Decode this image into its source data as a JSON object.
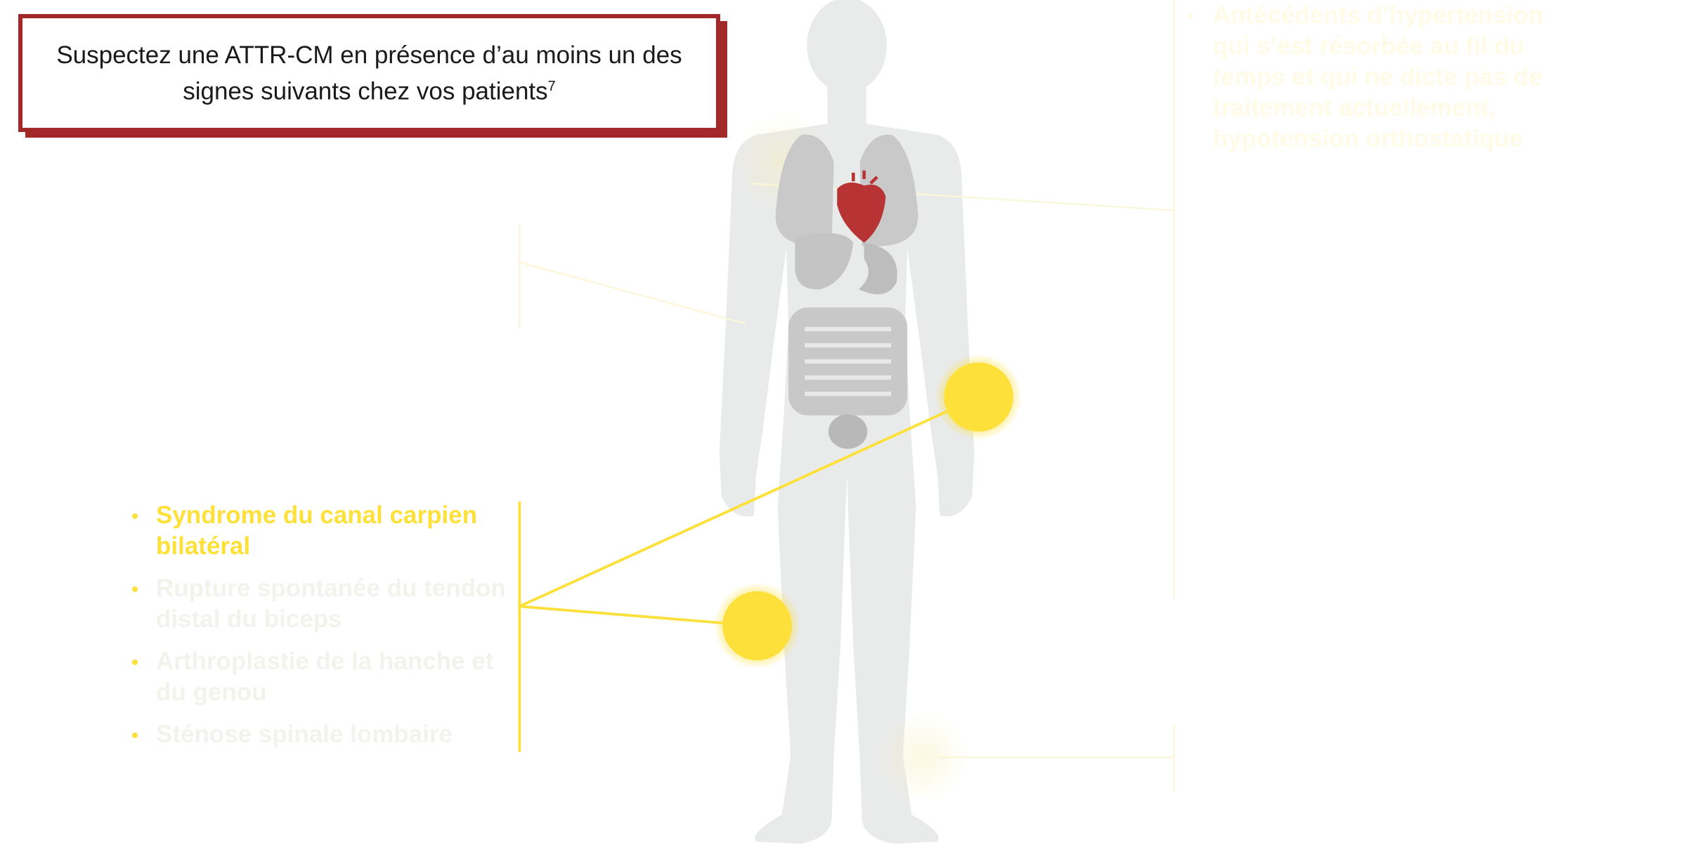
{
  "callout": {
    "text": "Suspectez une ATTR-CM en présence d’au moins un des signes suivants chez vos patients",
    "sup": "7"
  },
  "left_list": {
    "items": [
      {
        "label": "Syndrome du canal carpien bilatéral",
        "active": true
      },
      {
        "label": "Rupture spontanée du tendon distal du biceps",
        "active": false
      },
      {
        "label": "Arthroplastie de la hanche et du genou",
        "active": false
      },
      {
        "label": "Sténose spinale lombaire",
        "active": false
      }
    ]
  },
  "right_list": {
    "items": [
      {
        "label": "Antécédents d’hypertension qui s’est résorbée au fil du temps et qui ne dicte pas de traitement actuellement, hypotension orthostatique"
      }
    ]
  },
  "colors": {
    "accent_yellow": "#fde03a",
    "frame_red": "#a3282a",
    "body_gray": "#e9eaea",
    "heart_red": "#b83434"
  }
}
